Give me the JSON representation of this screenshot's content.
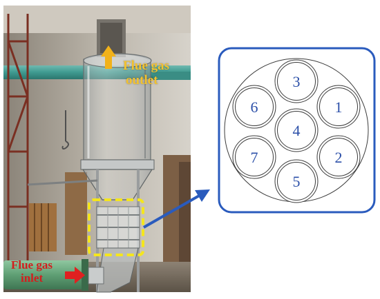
{
  "labels": {
    "outlet_line1": "Flue gas",
    "outlet_line2": "outlet",
    "inlet_line1": "Flue gas",
    "inlet_line2": "inlet"
  },
  "tubes": [
    {
      "number": "3"
    },
    {
      "number": "1"
    },
    {
      "number": "6"
    },
    {
      "number": "4"
    },
    {
      "number": "7"
    },
    {
      "number": "2"
    },
    {
      "number": "5"
    }
  ],
  "colors": {
    "outlet_arrow": "#f2b21a",
    "inlet_arrow": "#e02020",
    "pointer_arrow": "#2a5bbd",
    "panel_border": "#2a5bbd",
    "highlight_box": "#f5e61c",
    "number_text": "#2b4fa8"
  }
}
